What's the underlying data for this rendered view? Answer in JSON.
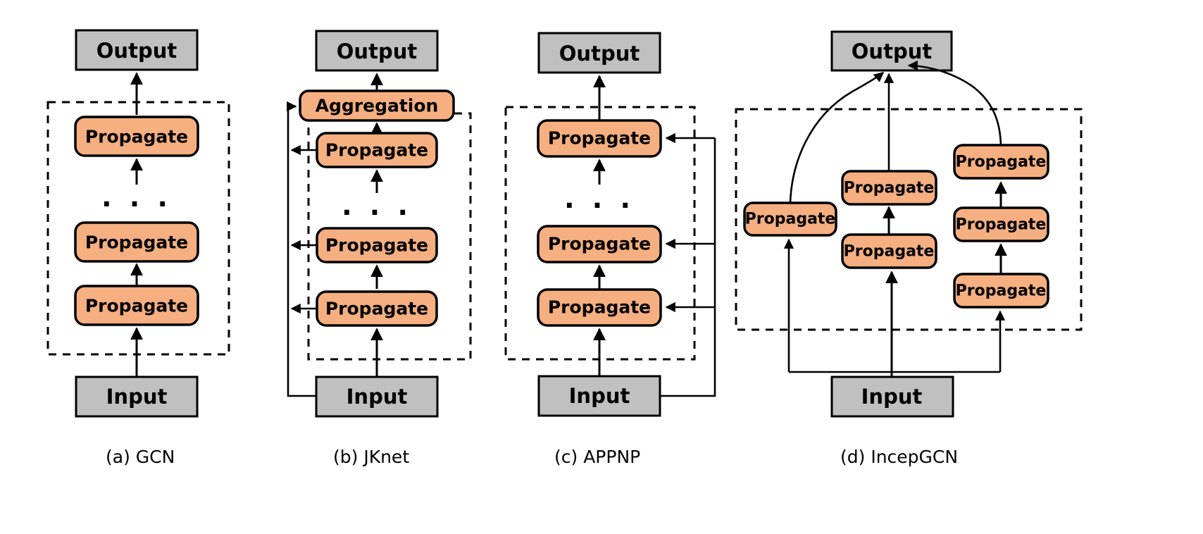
{
  "figure": {
    "title": "",
    "background": "#ffffff",
    "colors": {
      "propagate_fill": "#F5AF80",
      "io_fill": "#C0C0C0",
      "stroke": "#000000",
      "dashed_border": "#000000"
    },
    "labels": {
      "propagate": "Propagate",
      "aggregation": "Aggregation",
      "input": "Input",
      "output": "Output",
      "ellipsis": ". . ."
    }
  },
  "panels": [
    {
      "id": "gcn",
      "caption": "(a)  GCN",
      "output_label": "Output",
      "input_label": "Input",
      "blocks": [
        {
          "label": "Propagate",
          "kind": "propagate"
        },
        {
          "label": ". . .",
          "kind": "ellipsis"
        },
        {
          "label": "Propagate",
          "kind": "propagate"
        },
        {
          "label": "Propagate",
          "kind": "propagate"
        }
      ]
    },
    {
      "id": "jknet",
      "caption": "(b)  JKnet",
      "output_label": "Output",
      "input_label": "Input",
      "blocks": [
        {
          "label": "Aggregation",
          "kind": "aggregation"
        },
        {
          "label": "Propagate",
          "kind": "propagate"
        },
        {
          "label": ". . .",
          "kind": "ellipsis"
        },
        {
          "label": "Propagate",
          "kind": "propagate"
        },
        {
          "label": "Propagate",
          "kind": "propagate"
        }
      ]
    },
    {
      "id": "appnp",
      "caption": "(c)  APPNP",
      "output_label": "Output",
      "input_label": "Input",
      "blocks": [
        {
          "label": "Propagate",
          "kind": "propagate"
        },
        {
          "label": ". . .",
          "kind": "ellipsis"
        },
        {
          "label": "Propagate",
          "kind": "propagate"
        },
        {
          "label": "Propagate",
          "kind": "propagate"
        }
      ]
    },
    {
      "id": "incepgcn",
      "caption": "(d) IncepGCN",
      "output_label": "Output",
      "input_label": "Input",
      "branches": [
        {
          "depth": 1,
          "blocks": [
            "Propagate"
          ]
        },
        {
          "depth": 2,
          "blocks": [
            "Propagate",
            "Propagate"
          ]
        },
        {
          "depth": 3,
          "blocks": [
            "Propagate",
            "Propagate",
            "Propagate"
          ]
        }
      ]
    }
  ]
}
